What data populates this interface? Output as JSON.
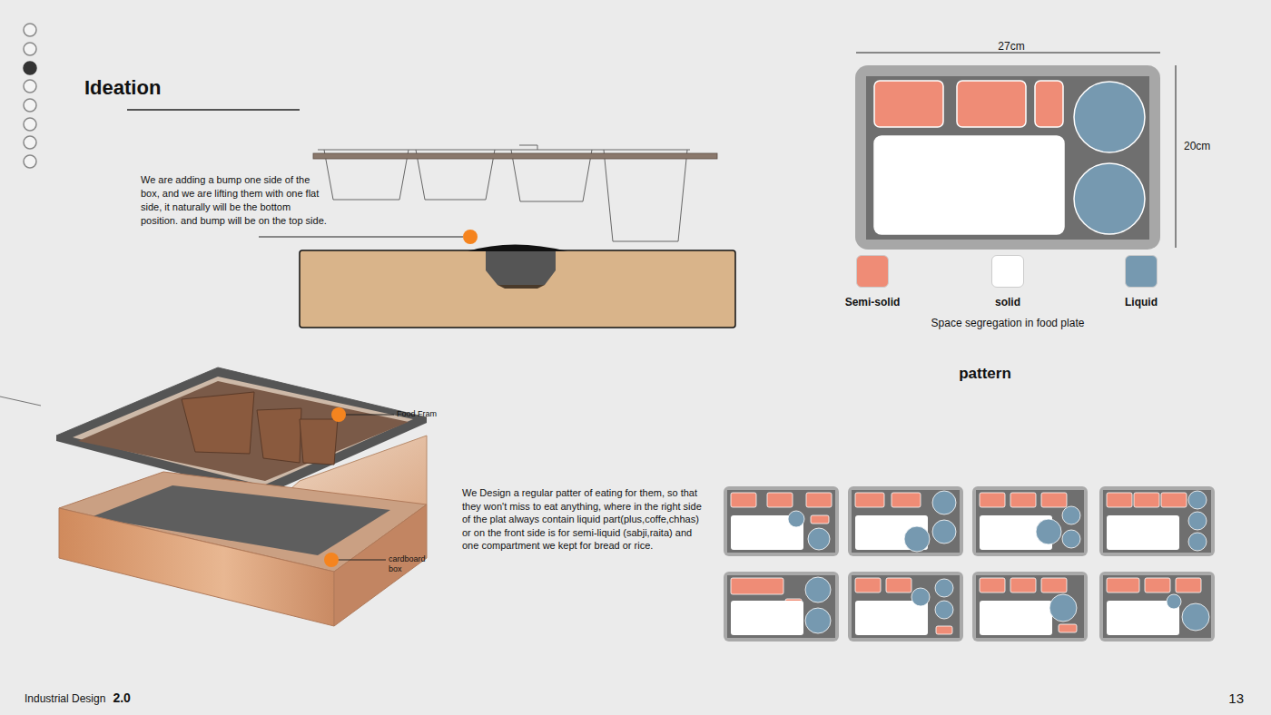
{
  "diagram": {
    "title": "Ideation",
    "labels": [
      "We are adding a bump one side of the box, and we are lifting them with one flat side, it naturally will be the bottom position. and bump will be on the top side.",
      "27cm",
      "20cm",
      "Space segregation in food plate",
      "pattern",
      "Food Fram",
      "cardboard box",
      "We Design a regular patter of eating for them, so that they won't miss to eat anything, where in the right side of the plat always contain liquid part(plus,coffe,chhas) or on the front side is for semi-liquid (sabji,raita) and one compartment we kept for bread or rice.",
      "Industrial Design",
      "2.0",
      "13"
    ],
    "legend": [
      {
        "text": "Semi-solid",
        "color": "#ef8c76"
      },
      {
        "text": "solid",
        "color": "#ffffff"
      },
      {
        "text": "Liquid",
        "color": "#7699b0"
      }
    ]
  }
}
